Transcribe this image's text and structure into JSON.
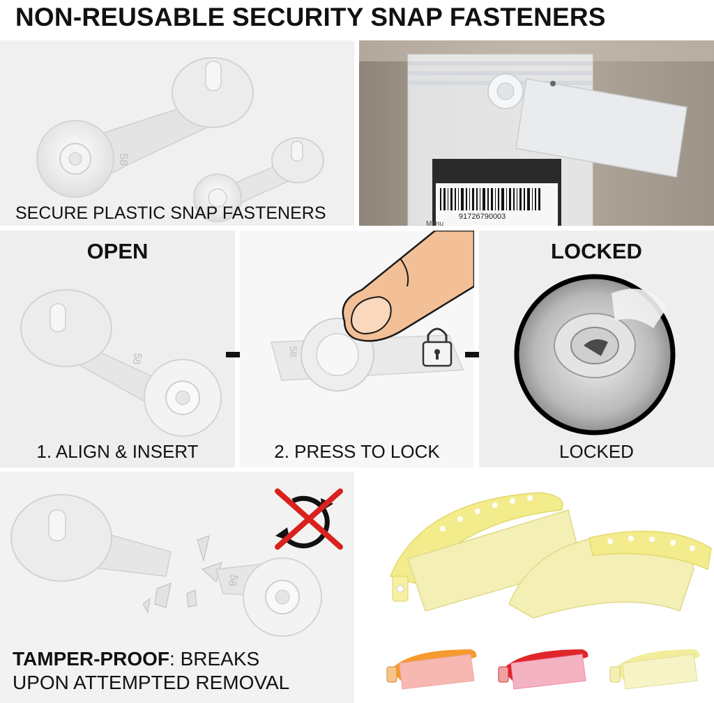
{
  "header": {
    "title": "NON-REUSABLE SECURITY SNAP FASTENERS"
  },
  "panel_fasteners": {
    "caption": "SECURE PLASTIC SNAP FASTENERS"
  },
  "panel_bag": {
    "barcode_number": "91726790003",
    "label_text": "Manu"
  },
  "panel_open": {
    "heading": "OPEN",
    "caption": "1. ALIGN & INSERT"
  },
  "panel_press": {
    "caption": "2. PRESS TO LOCK"
  },
  "panel_locked": {
    "heading": "LOCKED",
    "caption": "LOCKED"
  },
  "panel_tamper": {
    "caption_bold": "TAMPER-PROOF",
    "caption_rest": ": BREAKS",
    "caption_line2": "UPON ATTEMPTED REMOVAL"
  },
  "fastener_mark": "58",
  "colors": {
    "wristband_yellow": "#f3ec8c",
    "wristband_orange": "#f59a2e",
    "wristband_red": "#e0262a",
    "wristband_pale_yellow": "#f1ed9a",
    "cross_red": "#d9211e"
  }
}
